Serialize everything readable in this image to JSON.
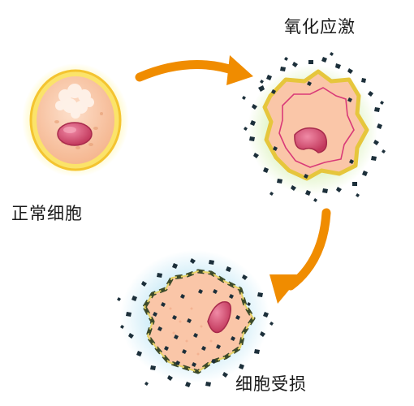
{
  "labels": {
    "normal_cell": "正常细胞",
    "oxidative_stress": "氧化应激",
    "damaged_cell": "细胞受损"
  },
  "colors": {
    "arrow": "#f08c00",
    "cytoplasm": "#fbc8a8",
    "cell_glow": "#fff176",
    "nucleus": "#d6496f",
    "membrane_damaged": "#e8d468",
    "free_radicals": "#1c2f3a",
    "inner_membrane": "#d93a78",
    "background_glow_blue": "#bfe6f5"
  },
  "icons": {
    "arrow_1": "curved-arrow-right",
    "arrow_2": "curved-arrow-down-left"
  }
}
